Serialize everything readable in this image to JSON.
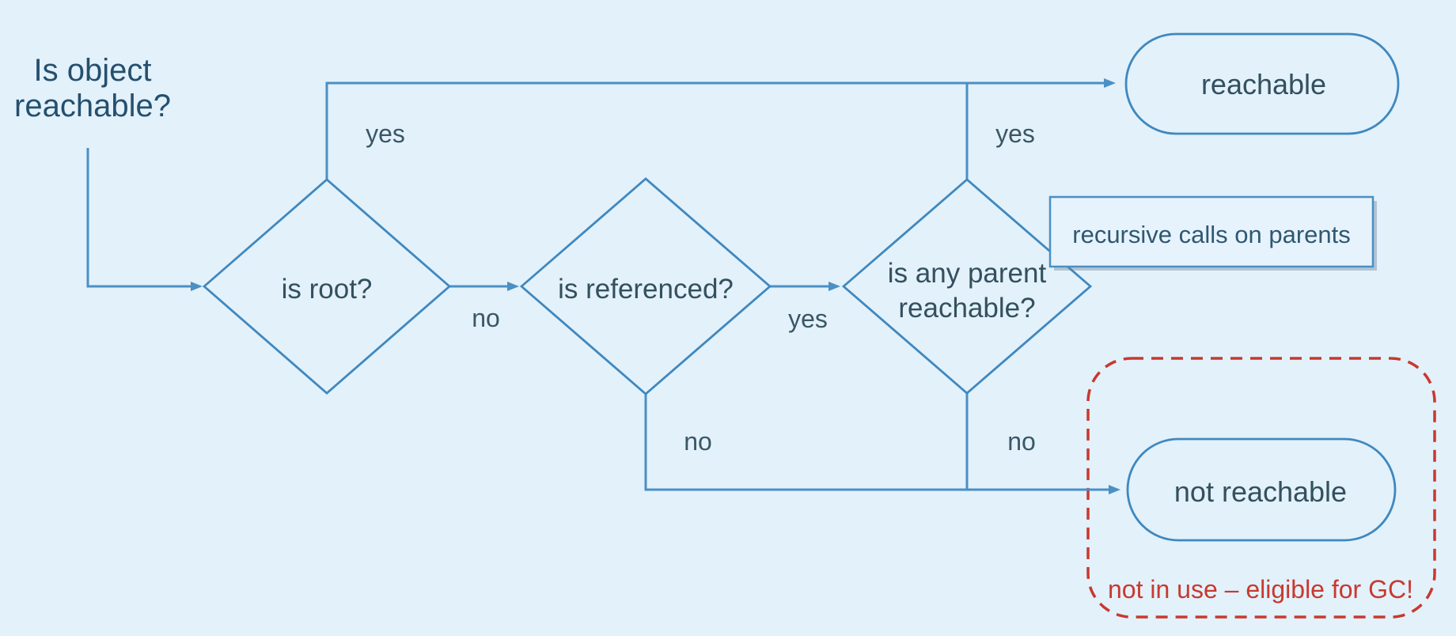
{
  "diagram": {
    "kind": "flowchart",
    "topic": "object reachability / garbage collection",
    "background_color": "#e3f1fb",
    "line_color": "#4a90c4",
    "heading_color": "#24506e",
    "node_text_color": "#33505e",
    "alert_color": "#c8392f"
  },
  "nodes": {
    "start": {
      "line1": "Is object",
      "line2": "reachable?"
    },
    "is_root": {
      "label": "is root?"
    },
    "is_referenced": {
      "label": "is referenced?"
    },
    "is_any_parent": {
      "line1": "is any parent",
      "line2": "reachable?"
    },
    "reachable": {
      "label": "reachable"
    },
    "not_reachable": {
      "label": "not reachable"
    },
    "recursive_note": {
      "label": "recursive calls on parents"
    },
    "gc_note": {
      "label": "not in use – eligible for GC!"
    }
  },
  "edge_labels": {
    "is_root_yes": "yes",
    "is_root_no": "no",
    "is_referenced_yes": "yes",
    "is_referenced_no": "no",
    "is_any_parent_yes": "yes",
    "is_any_parent_no": "no"
  }
}
